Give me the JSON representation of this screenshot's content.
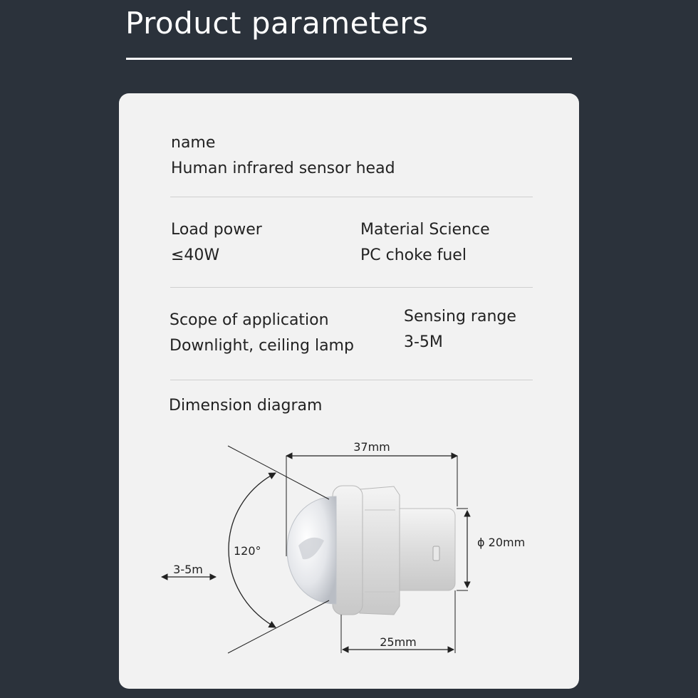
{
  "header": {
    "title": "Product parameters"
  },
  "specs": {
    "name": {
      "label": "name",
      "value": "Human infrared sensor head"
    },
    "load_power": {
      "label": "Load power",
      "value": "≤40W"
    },
    "material": {
      "label": "Material Science",
      "value": "PC choke fuel"
    },
    "scope": {
      "label": "Scope of application",
      "value": "Downlight, ceiling lamp"
    },
    "sensing_range": {
      "label": "Sensing range",
      "value": "3-5M"
    }
  },
  "diagram": {
    "title": "Dimension diagram",
    "width_label": "37mm",
    "diameter_label": "ϕ 20mm",
    "angle_label": "120°",
    "range_label": "3-5m",
    "base_label": "25mm"
  }
}
